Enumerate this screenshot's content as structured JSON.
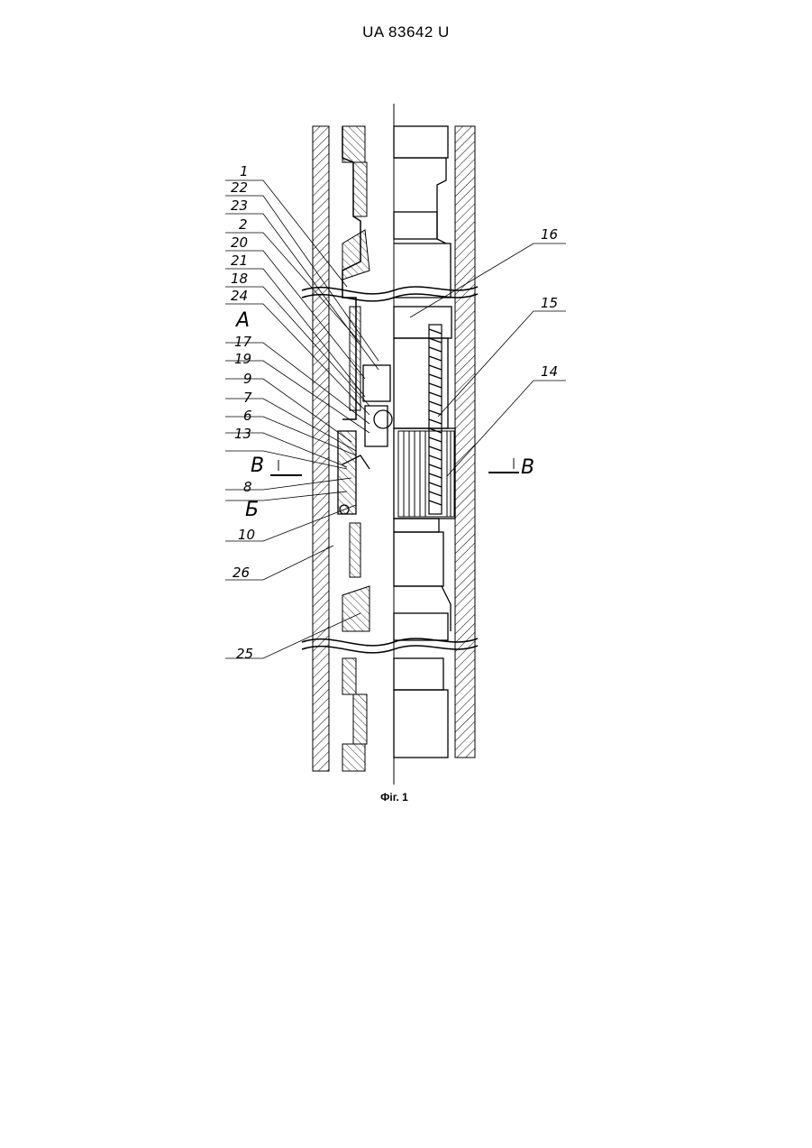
{
  "header": {
    "doc_number": "UA   83642   U"
  },
  "figure": {
    "caption": "Фіг. 1",
    "labels_left": [
      "1",
      "22",
      "23",
      "2",
      "20",
      "21",
      "18",
      "24",
      "А",
      "17",
      "19",
      "9",
      "7",
      "6",
      "13",
      "8",
      "Б",
      "10",
      "26",
      "25"
    ],
    "labels_right": [
      "16",
      "15",
      "14"
    ],
    "section_marks": [
      "В",
      "В"
    ]
  }
}
